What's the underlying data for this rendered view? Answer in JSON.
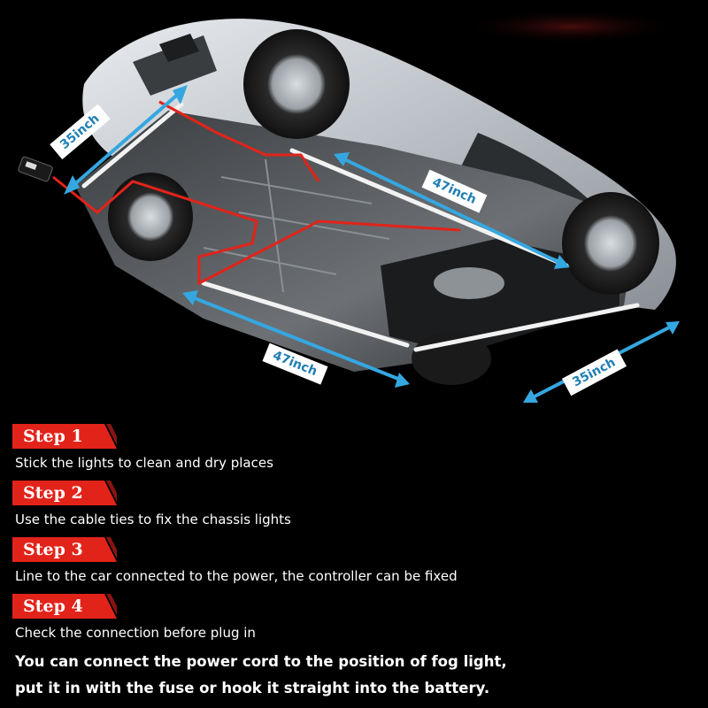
{
  "dimensions": {
    "front_left": "35inch",
    "side_upper": "47inch",
    "side_lower": "47inch",
    "rear": "35inch"
  },
  "steps": [
    {
      "label": "Step 1",
      "text": "Stick the lights to clean and dry places"
    },
    {
      "label": "Step 2",
      "text": "Use the cable ties to fix the chassis lights"
    },
    {
      "label": "Step 3",
      "text": "Line to the car connected to the power, the controller can be fixed"
    },
    {
      "label": "Step 4",
      "text": "Check the connection before plug in"
    }
  ],
  "note": {
    "line1": "You can connect the power cord to the position of fog light,",
    "line2": "put it in with the fuse or hook it straight into the battery."
  },
  "colors": {
    "background": "#000000",
    "accent_red": "#e2231a",
    "dimension_blue": "#35a7e0",
    "label_text_blue": "#1f7fb4"
  },
  "icons": [
    "car-underbody-illustration",
    "controller-box-icon",
    "wheel-icon"
  ]
}
